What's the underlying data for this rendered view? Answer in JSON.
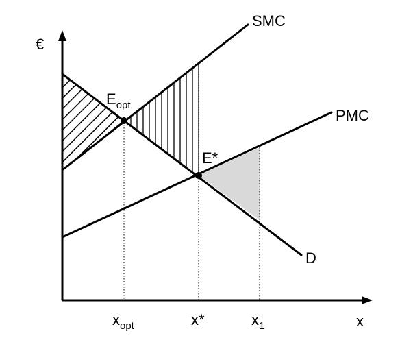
{
  "diagram": {
    "y_axis_label": "€",
    "x_axis_label": "x",
    "curves": {
      "smc": "SMC",
      "pmc": "PMC",
      "demand": "D"
    },
    "points": {
      "optimum": {
        "base": "E",
        "sub": "opt"
      },
      "market": "E*"
    },
    "x_ticks": {
      "x_opt": {
        "base": "x",
        "sub": "opt"
      },
      "x_star": "x*",
      "x_1": {
        "base": "x",
        "sub": "1"
      }
    },
    "colors": {
      "ink": "#000000",
      "shaded_area": "#d9d9d9",
      "background": "#ffffff"
    }
  }
}
